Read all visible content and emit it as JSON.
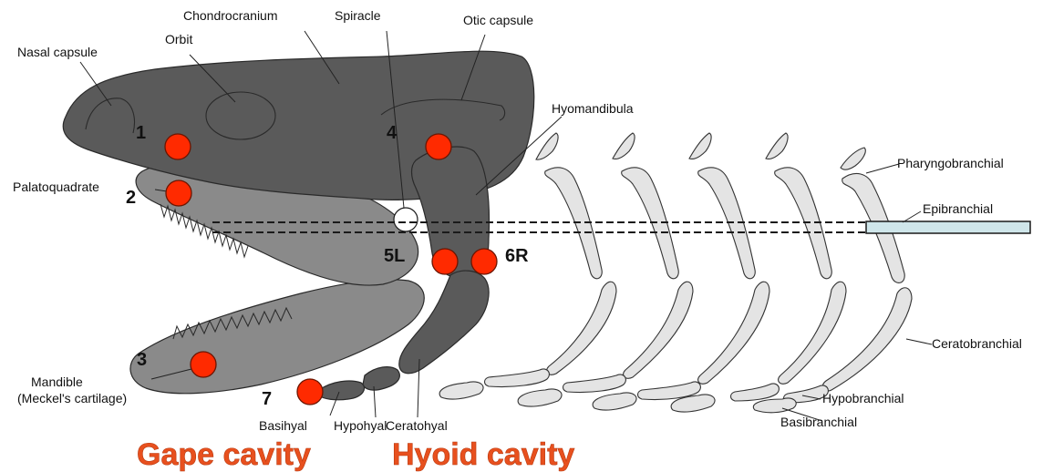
{
  "labels": {
    "nasal_capsule": "Nasal capsule",
    "orbit": "Orbit",
    "chondrocranium": "Chondrocranium",
    "spiracle": "Spiracle",
    "otic_capsule": "Otic capsule",
    "hyomandibula": "Hyomandibula",
    "pharyngobranchial": "Pharyngobranchial",
    "palatoquadrate": "Palatoquadrate",
    "epibranchial": "Epibranchial",
    "ceratobranchial": "Ceratobranchial",
    "mandible_line1": "Mandible",
    "mandible_line2": "(Meckel's cartilage)",
    "hypobranchial": "Hypobranchial",
    "basibranchial": "Basibranchial",
    "basihyal": "Basihyal",
    "hypohyal": "Hypohyal",
    "ceratohyal": "Ceratohyal"
  },
  "markers": {
    "m1": "1",
    "m2": "2",
    "m3": "3",
    "m4": "4",
    "m5": "5L",
    "m6": "6R",
    "m7": "7"
  },
  "cavities": {
    "gape": "Gape cavity",
    "hyoid": "Hyoid cavity"
  },
  "colors": {
    "marker_fill": "#ff2a00",
    "cavity_text": "#e8501e",
    "chondrocranium": "#5a5a5a",
    "jaw_cartilage": "#8a8a8a",
    "branchial_cartilage": "#e4e4e4",
    "epibranchial_bar": "#cfe6ea"
  }
}
